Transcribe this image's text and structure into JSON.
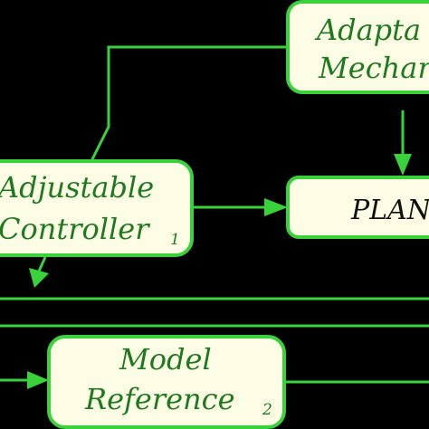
{
  "colors": {
    "background": "#000000",
    "box_fill": "#fdfde6",
    "box_stroke": "#3ad23a",
    "line": "#3ad23a",
    "label_green": "#1f7a1f",
    "label_black": "#111111"
  },
  "blocks": {
    "adaptation": {
      "line1": "Adapta",
      "line2": "Mechan"
    },
    "controller": {
      "line1": "Adjustable",
      "line2": "Controller",
      "index": "1"
    },
    "plant": {
      "label": "PLAN"
    },
    "model": {
      "line1": "Model",
      "line2": "Reference",
      "index": "2"
    }
  }
}
